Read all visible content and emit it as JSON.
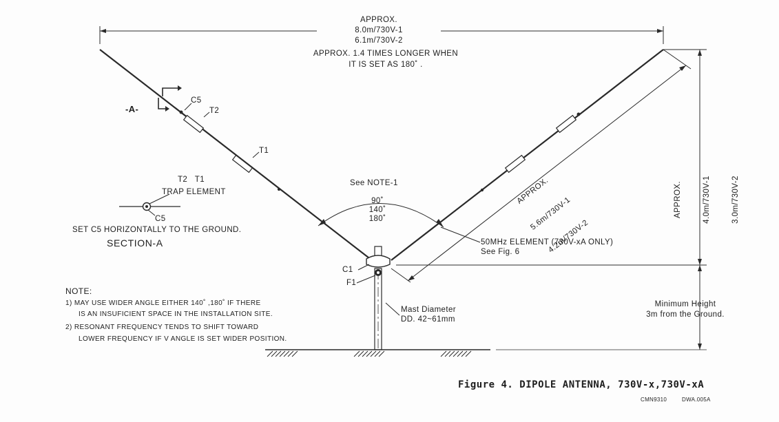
{
  "labels": {
    "span_l1": "APPROX.",
    "span_l2": "8.0m/730V-1",
    "span_l3": "6.1m/730V-2",
    "span_l4": "APPROX. 1.4 TIMES LONGER WHEN",
    "span_l5": "IT IS SET AS 180˚ .",
    "c5_top": "C5",
    "section_marker": "-A-",
    "t2": "T2",
    "t1": "T1",
    "legend_t2t1": "T2   T1",
    "trap_element": "TRAP ELEMENT",
    "c5_bottom": "C5",
    "set_c5": "SET C5 HORIZONTALLY TO THE GROUND.",
    "section_a": "SECTION-A",
    "see_note": "See NOTE-1",
    "angle1": "90˚",
    "angle2": "140˚",
    "angle3": "180˚",
    "arm_l1": "APPROX.",
    "arm_l2": "5.6m/730V-1",
    "arm_l3": "4.2m/730V-2",
    "height_l1": "APPROX.",
    "height_l2": "4.0m/730V-1",
    "height_l3": "3.0m/730V-2",
    "elem50_l1": "50MHz ELEMENT (730V-xA ONLY)",
    "elem50_l2": "See Fig. 6",
    "c1": "C1",
    "f1": "F1",
    "mast_l1": "Mast Diameter",
    "mast_l2": "DD. 42~61mm",
    "note_title": "NOTE:",
    "note1_l1": "1) MAY USE WIDER ANGLE EITHER 140˚ ,180˚ IF THERE",
    "note1_l2": "IS AN INSUFICIENT SPACE IN THE INSTALLATION SITE.",
    "note2_l1": "2) RESONANT FREQUENCY TENDS TO SHIFT TOWARD",
    "note2_l2": "LOWER FREQUENCY IF V ANGLE IS SET WIDER POSITION.",
    "minh_l1": "Minimum Height",
    "minh_l2": "3m from the Ground.",
    "figure_title": "Figure 4. DIPOLE ANTENNA, 730V-x,730V-xA",
    "code1": "CMN9310",
    "code2": "DWA.005A"
  },
  "colors": {
    "line": "#2a2a2a",
    "paper": "#fdfdfd"
  }
}
